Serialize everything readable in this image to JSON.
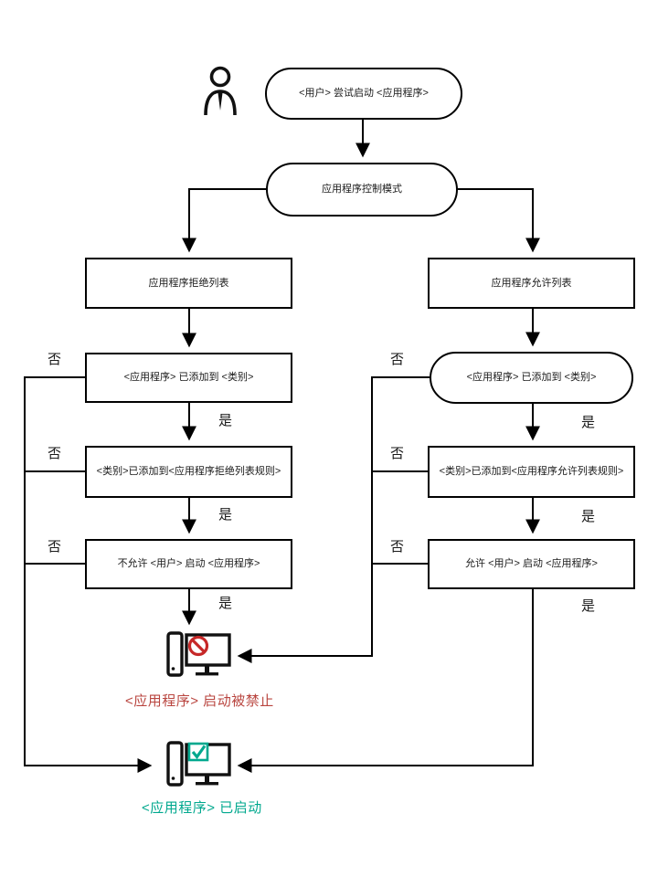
{
  "diagram": {
    "start": {
      "label": "<用户> 尝试启动 <应用程序>"
    },
    "mode": {
      "label": "应用程序控制模式"
    },
    "left_branch": {
      "list": "应用程序拒绝列表",
      "added_to_category": "<应用程序> 已添加到 <类别>",
      "category_in_rules": "<类别>已添加到<应用程序拒绝列表规则>",
      "action": "不允许 <用户> 启动 <应用程序>"
    },
    "right_branch": {
      "list": "应用程序允许列表",
      "added_to_category": "<应用程序> 已添加到 <类别>",
      "category_in_rules": "<类别>已添加到<应用程序允许列表规则>",
      "action": "允许 <用户> 启动 <应用程序>"
    },
    "edge_labels": {
      "yes": "是",
      "no": "否"
    },
    "outcomes": {
      "blocked": {
        "label": "<应用程序> 启动被禁止",
        "color": "#b9453f"
      },
      "started": {
        "label": "<应用程序> 已启动",
        "color": "#00a88e"
      }
    },
    "icons": {
      "user": "user-icon",
      "blocked": "computer-blocked-icon",
      "started": "computer-started-icon"
    },
    "colors": {
      "line": "#000000",
      "prohibition_red": "#c62828",
      "check_teal": "#00a88e"
    }
  }
}
